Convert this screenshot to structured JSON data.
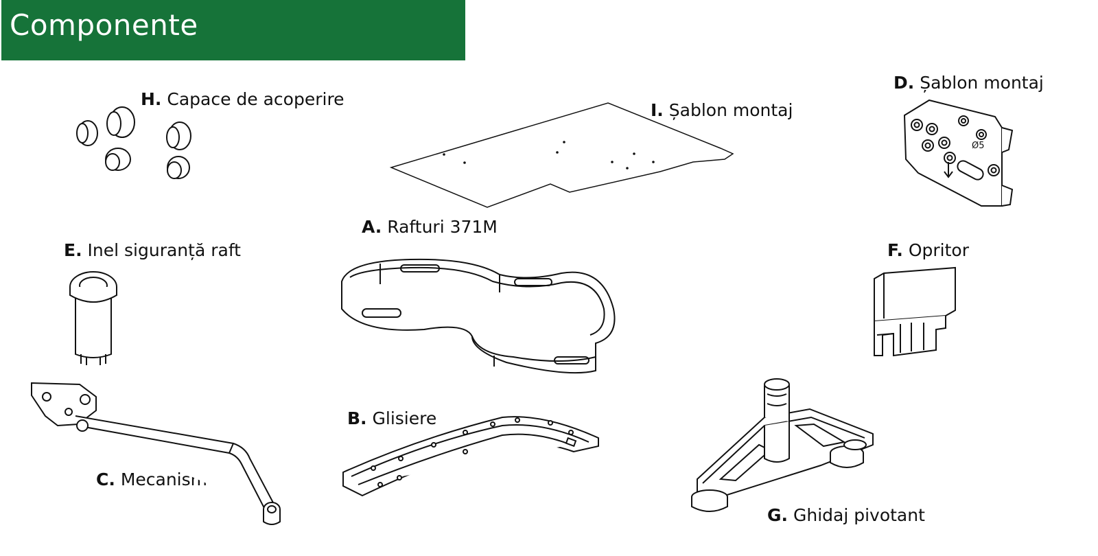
{
  "header": {
    "title": "Componente",
    "background": "#167339"
  },
  "components": [
    {
      "key": "H.",
      "name": "Capace de acoperire"
    },
    {
      "key": "I.",
      "name": "Șablon montaj"
    },
    {
      "key": "D.",
      "name": "Șablon montaj"
    },
    {
      "key": "A.",
      "name": "Rafturi 371M"
    },
    {
      "key": "E.",
      "name": "Inel siguranță raft"
    },
    {
      "key": "F.",
      "name": "Opritor"
    },
    {
      "key": "B.",
      "name": "Glisiere"
    },
    {
      "key": "C.",
      "name": "Mecanisme"
    },
    {
      "key": "G.",
      "name": "Ghidaj pivotant"
    }
  ],
  "icons": {
    "H": "cover-caps-icon",
    "I": "mounting-template-sheet-icon",
    "D": "mounting-template-plate-icon",
    "A": "shelf-tray-icon",
    "E": "safety-ring-icon",
    "F": "stopper-icon",
    "B": "slide-rail-icon",
    "C": "mechanism-arm-icon",
    "G": "pivot-guide-icon"
  }
}
